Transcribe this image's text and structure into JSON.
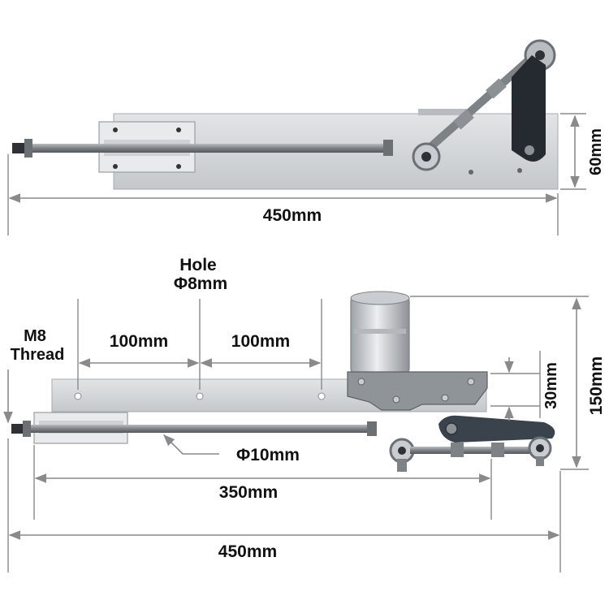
{
  "colors": {
    "plate": "#d4d6d8",
    "plate_edge": "#a7abaf",
    "rod": "#8e9296",
    "rod_dark": "#5c6064",
    "block": "#e6e7e8",
    "bracket": "#3f4750",
    "dim_line": "#8a8a8a",
    "text": "#111111"
  },
  "top_view": {
    "length_label": "450mm",
    "height_label": "60mm"
  },
  "side_view": {
    "hole_label_line1": "Hole",
    "hole_label_line2": "Φ8mm",
    "thread_label_line1": "M8",
    "thread_label_line2": "Thread",
    "spacing_label_left": "100mm",
    "spacing_label_right": "100mm",
    "rod_diameter_label": "Φ10mm",
    "stroke_label": "350mm",
    "total_length_label": "450mm",
    "height_label": "150mm",
    "offset_label": "30mm"
  }
}
